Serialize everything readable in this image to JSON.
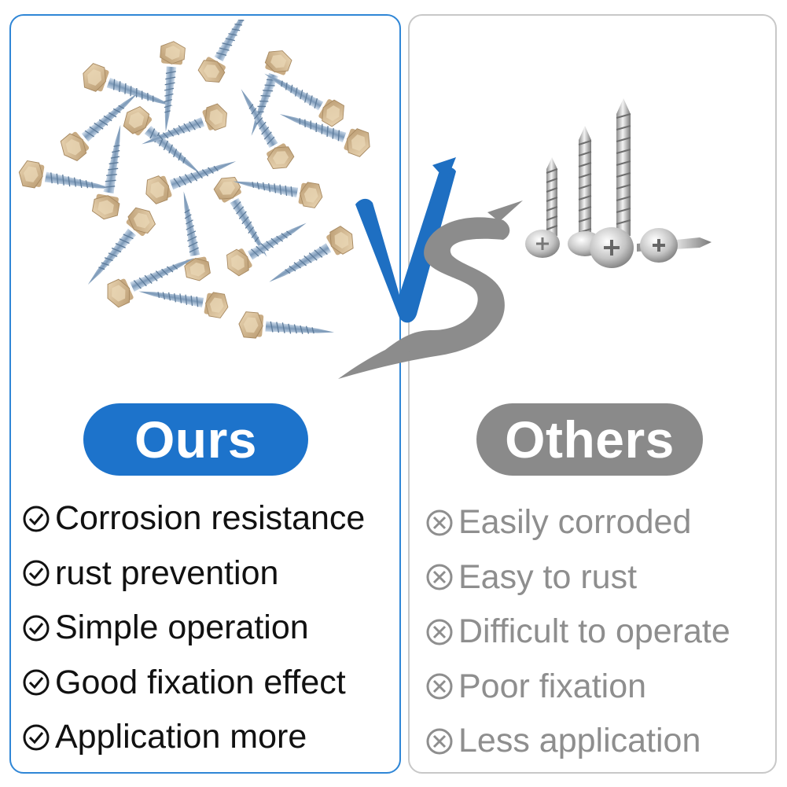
{
  "comparison": {
    "ours": {
      "title": "Ours",
      "accent_color": "#1d73cb",
      "bullet_icon": "check-circle-icon",
      "features": [
        "Corrosion resistance",
        "rust prevention",
        "Simple operation",
        "Good fixation effect",
        "Application more"
      ]
    },
    "others": {
      "title": "Others",
      "accent_color": "#8a8a8a",
      "bullet_icon": "x-circle-icon",
      "features": [
        "Easily corroded",
        "Easy to rust",
        "Difficult to operate",
        "Poor fixation",
        "Less application"
      ]
    },
    "vs_graphic": {
      "v_color": "#1e6fc2",
      "s_color": "#8c8c8c"
    }
  }
}
